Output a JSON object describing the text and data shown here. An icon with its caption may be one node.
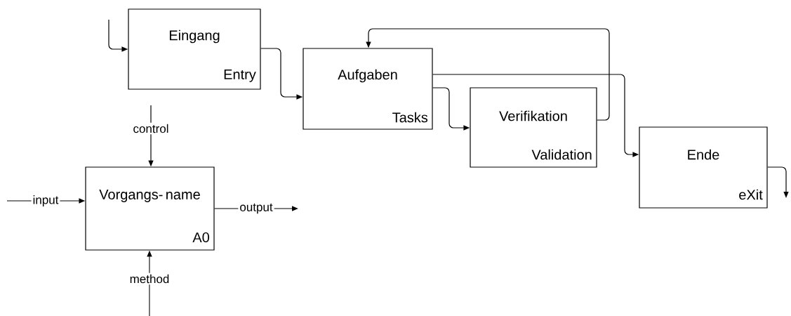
{
  "diagram": {
    "nodes": [
      {
        "text": [
          "Eingang",
          "Entry"
        ]
      },
      {
        "text": [
          "Aufgaben",
          "Tasks"
        ]
      },
      {
        "text": [
          "Verifikation",
          "Validation"
        ]
      },
      {
        "text": [
          "Ende",
          "eXit"
        ]
      },
      {
        "text": [
          "Vorgangs- name",
          "A0"
        ]
      }
    ],
    "edges": [
      {
        "from": null,
        "to": 0,
        "arrow": "to"
      },
      {
        "from": 0,
        "to": 1,
        "arrow": "to"
      },
      {
        "from": 1,
        "to": 2,
        "arrow": "to"
      },
      {
        "from": 2,
        "to": 1,
        "arrow": "to"
      },
      {
        "from": 1,
        "to": 3,
        "arrow": "to"
      },
      {
        "from": 3,
        "to": null,
        "arrow": "to"
      },
      {
        "from": null,
        "to": 4,
        "arrow": "to",
        "label": "input"
      },
      {
        "from": null,
        "to": 4,
        "arrow": "to",
        "label": "control"
      },
      {
        "from": 4,
        "to": null,
        "arrow": "to",
        "label": "output"
      },
      {
        "from": null,
        "to": 4,
        "arrow": "to",
        "label": "method"
      }
    ]
  }
}
